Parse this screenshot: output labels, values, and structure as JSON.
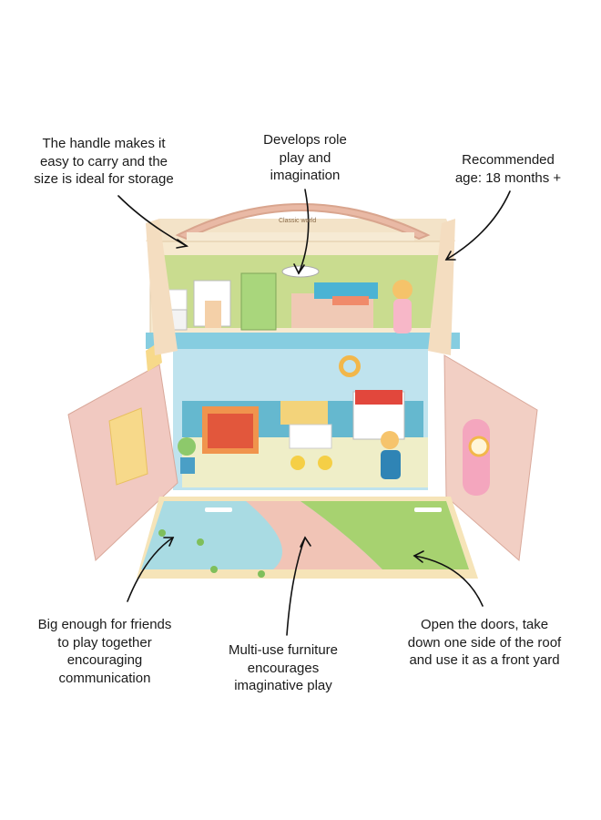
{
  "captions": {
    "handle": "The handle makes it\neasy to carry and the\nsize is ideal for storage",
    "role": "Develops role\nplay and\nimagination",
    "age": "Recommended\nage: 18 months +",
    "friends": "Big enough for friends\nto play together\nencouraging\ncommunication",
    "furniture": "Multi-use furniture\nencourages\nimaginative play",
    "doors": "Open the doors, take\ndown one side of the roof\nand use it as a front yard"
  },
  "brand": "Classic\nworld",
  "colors": {
    "wood": "#f2d9b8",
    "pink_door": "#f1c9c1",
    "sky_wall": "#bfe3ee",
    "teal_floor": "#5fb4cf",
    "green_grass": "#8fc56b",
    "arrow": "#111111"
  }
}
